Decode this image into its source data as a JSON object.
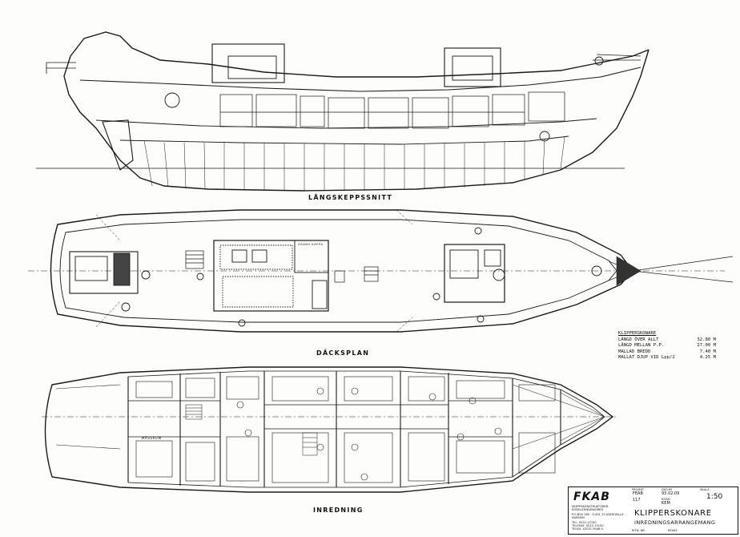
{
  "views": {
    "profile_title": "LÅNGSKEPPSSNITT",
    "deck_title": "DÄCKSPLAN",
    "interior_title": "INREDNING"
  },
  "particulars": {
    "heading": "KLIPPERSKONARE",
    "rows": [
      {
        "label": "LÄNGD ÖVER ALLT",
        "value": "32.80 M"
      },
      {
        "label": "LÄNGD MELLAN P.P.",
        "value": "27.00 M"
      },
      {
        "label": "MALLAD BREDD",
        "value": "7.40 M"
      },
      {
        "label": "MALLAT DJUP VID Lpp/2",
        "value": "4.25 M"
      }
    ]
  },
  "title_block": {
    "company_logo": "FKAB",
    "company_name": "SKEPPSKONSTRUKTÖRER-KONSULTINGENJÖRER",
    "address": "P.O.BOX 180 · S-451 23 UDDEVALLA SWEDEN",
    "contact": [
      "TEL: 0522-15150",
      "TELEFAX: 0522-15150",
      "TELEX: 42031 FKAB S"
    ],
    "project_label": "PROJEKT",
    "project_value": "FEAB",
    "project_no": "117",
    "date_label": "DATUM",
    "date_value": "93.02.09",
    "drawn_label": "RITAD",
    "drawn_value": "KEM",
    "scale_label": "SKALA",
    "scale_value": "1:50",
    "title": "KLIPPERSKONARE",
    "subtitle": "INREDNINGSARRANGEMANG",
    "drawing_no_label": "RITN. NR.",
    "revision_label": "REVID."
  },
  "interior_labels": {
    "mess": "MÄSSRUM",
    "deck_skylight": "GRANS KAPPA"
  }
}
